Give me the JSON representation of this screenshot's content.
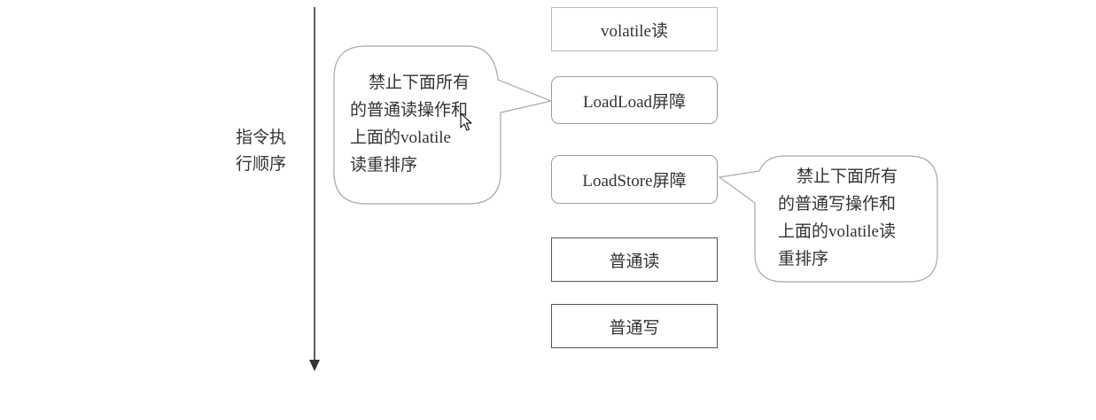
{
  "axis_label": {
    "line1": "指令执",
    "line2": "行顺序"
  },
  "boxes": [
    {
      "label": "volatile读"
    },
    {
      "label": "LoadLoad屏障"
    },
    {
      "label": "LoadStore屏障"
    },
    {
      "label": "普通读"
    },
    {
      "label": "普通写"
    }
  ],
  "callouts": [
    {
      "lines": [
        "禁止下面所有",
        "的普通读操作和",
        "上面的volatile",
        "读重排序"
      ]
    },
    {
      "lines": [
        "禁止下面所有",
        "的普通写操作和",
        "上面的volatile读",
        "重排序"
      ]
    }
  ],
  "colors": {
    "stroke": "#9a9a9a",
    "arrow": "#333333",
    "text": "#333333"
  },
  "icons": {
    "cursor": "mouse-cursor-icon",
    "arrow": "down-arrow-icon"
  }
}
